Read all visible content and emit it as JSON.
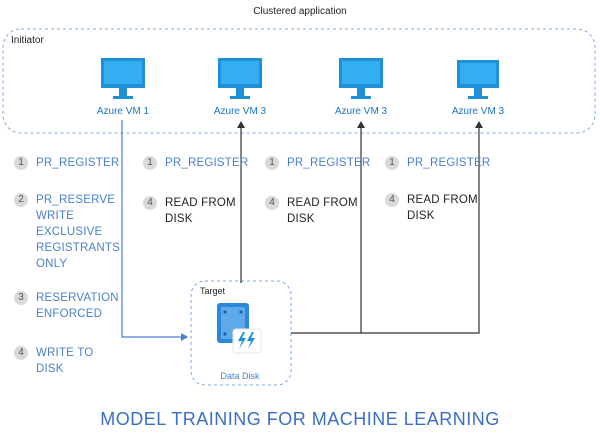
{
  "diagram": {
    "title": "Clustered application",
    "initiator_label": "Initiator",
    "target_label": "Target",
    "bottom_title": "MODEL TRAINING FOR MACHINE LEARNING",
    "colors": {
      "vm_blue": "#1e90d8",
      "text_blue": "#4a7fd0",
      "arrow": "#333333",
      "badge": "#d9d9d9"
    },
    "vms": [
      {
        "label": "Azure VM 1",
        "icon": "monitor-icon"
      },
      {
        "label": "Azure VM 3",
        "icon": "monitor-icon"
      },
      {
        "label": "Azure VM 3",
        "icon": "monitor-icon"
      },
      {
        "label": "Azure VM 3",
        "icon": "monitor-icon"
      }
    ],
    "vm1_steps": [
      {
        "n": "1",
        "text": "PR_REGISTER"
      },
      {
        "n": "2",
        "text": "PR_RESERVE WRITE EXCLUSIVE REGISTRANTS ONLY"
      },
      {
        "n": "3",
        "text": "RESERVATION ENFORCED"
      },
      {
        "n": "4",
        "text": "WRITE TO DISK"
      }
    ],
    "vm_other_steps": [
      {
        "s1_n": "1",
        "s1_text": "PR_REGISTER",
        "s4_n": "4",
        "s4_text": "READ FROM DISK"
      },
      {
        "s1_n": "1",
        "s1_text": "PR_REGISTER",
        "s4_n": "4",
        "s4_text": "READ FROM DISK"
      },
      {
        "s1_n": "1",
        "s1_text": "PR_REGISTER",
        "s4_n": "4",
        "s4_text": "READ FROM DISK"
      }
    ],
    "disk": {
      "label": "Data Disk",
      "icon": "data-disk-icon"
    }
  }
}
